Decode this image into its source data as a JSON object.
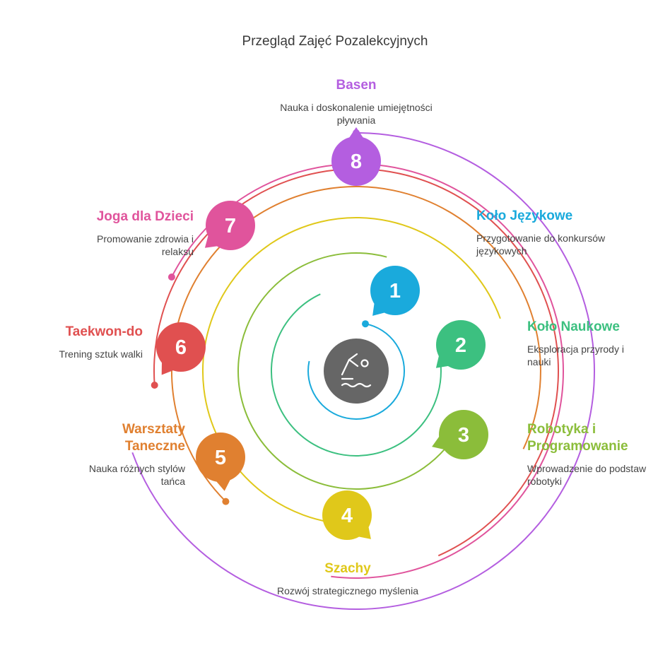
{
  "title": "Przegląd Zajęć Pozalekcyjnych",
  "center_icon": "swimmer-icon",
  "items": [
    {
      "number": "1",
      "title": "Koło Językowe",
      "description": "Przygotowanie do konkursów językowych",
      "color": "#1aaadc"
    },
    {
      "number": "2",
      "title": "Koło Naukowe",
      "description": "Eksploracja przyrody i nauki",
      "color": "#3cc080"
    },
    {
      "number": "3",
      "title": "Robotyka i Programowanie",
      "description": "Wprowadzenie do podstaw robotyki",
      "color": "#8bbd3a"
    },
    {
      "number": "4",
      "title": "Szachy",
      "description": "Rozwój strategicznego myślenia",
      "color": "#e0c81a"
    },
    {
      "number": "5",
      "title": "Warsztaty Taneczne",
      "description": "Nauka różnych stylów tańca",
      "color": "#e08030"
    },
    {
      "number": "6",
      "title": "Taekwon-do",
      "description": "Trening sztuk walki",
      "color": "#e05050"
    },
    {
      "number": "7",
      "title": "Joga dla Dzieci",
      "description": "Promowanie zdrowia i relaksu",
      "color": "#e0549c"
    },
    {
      "number": "8",
      "title": "Basen",
      "description": "Nauka i doskonalenie umiejętności pływania",
      "color": "#b45ee0"
    }
  ]
}
